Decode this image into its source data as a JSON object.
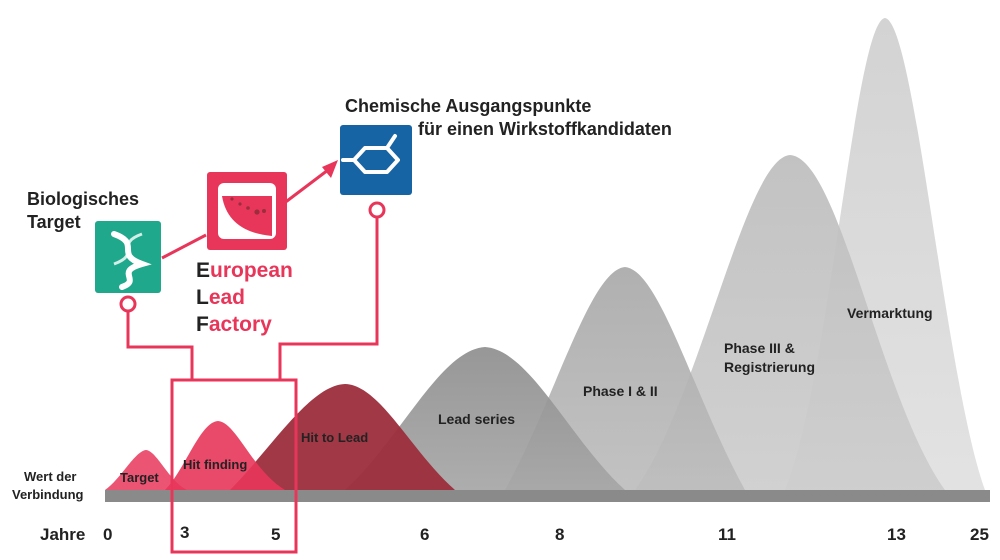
{
  "colors": {
    "accent_red": "#e8365a",
    "target_green": "#1fa88b",
    "chem_blue": "#1764a4",
    "dark_red": "#9c2d3c",
    "elf_dark": "#222222",
    "phase_gray": "#c8c8c8"
  },
  "phases": [
    {
      "label": "Target"
    },
    {
      "label": "Hit finding"
    },
    {
      "label": "Hit to Lead"
    },
    {
      "label": "Lead series"
    },
    {
      "label": "Phase I & II"
    },
    {
      "label": "Phase III &",
      "label2": "Registrierung"
    },
    {
      "label": "Vermarktung"
    }
  ],
  "axis": {
    "y_label_line1": "Wert der",
    "y_label_line2": "Verbindung",
    "x_label": "Jahre",
    "ticks": [
      "0",
      "3",
      "5",
      "6",
      "8",
      "11",
      "13",
      "25"
    ]
  },
  "callouts": {
    "biological_line1": "Biologisches",
    "biological_line2": "Target",
    "chemical_line1": "Chemische Ausgangspunkte",
    "chemical_line2": "für einen Wirkstoffkandidaten"
  },
  "elf": {
    "line1_initial": "E",
    "line1_rest": "uropean",
    "line2_initial": "L",
    "line2_rest": "ead",
    "line3_initial": "F",
    "line3_rest": "actory"
  },
  "icons": {
    "target": "dna-helix-icon",
    "elf": "satellite-dish-icon",
    "chemical": "hexagon-molecule-icon"
  }
}
